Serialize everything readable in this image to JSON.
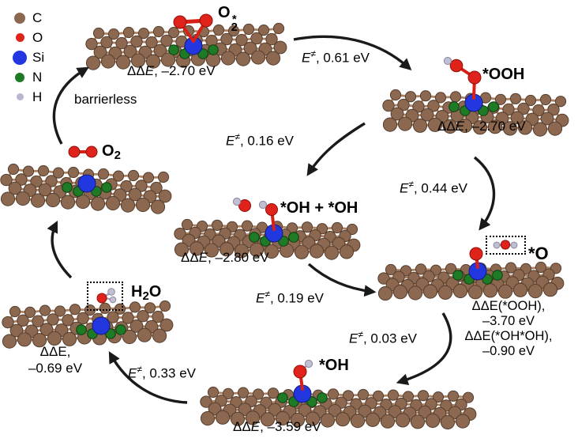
{
  "legend": {
    "items": [
      {
        "symbol": "C",
        "color": "#8d6850"
      },
      {
        "symbol": "O",
        "color": "#e0231a"
      },
      {
        "symbol": "Si",
        "color": "#2337e0"
      },
      {
        "symbol": "N",
        "color": "#1e7a24"
      },
      {
        "symbol": "H",
        "color": "#b9b5cf"
      }
    ]
  },
  "colors": {
    "carbon": "#8d6850",
    "carbon_edge": "#553e2e",
    "bond": "#ab8263",
    "oxygen": "#e0231a",
    "oxygen_edge": "#8f100b",
    "silicon": "#2337e0",
    "silicon_edge": "#121b7e",
    "nitrogen": "#1e7a24",
    "nitrogen_edge": "#0c3d10",
    "hydrogen": "#c2bed4",
    "hydrogen_edge": "#8b87a0",
    "arrow": "#1a1a1a",
    "background": "#ffffff",
    "text": "#000000"
  },
  "structures": {
    "o2_star": {
      "base": "O",
      "sub": "2",
      "sup": "*",
      "energy": {
        "dd": "ΔΔ",
        "e": "E",
        "rest": ", –2.70 eV"
      }
    },
    "ooh": {
      "label": "*OOH",
      "energy": {
        "dd": "ΔΔ",
        "e": "E",
        "rest": ", –2.70 eV"
      }
    },
    "o2": {
      "base": "O",
      "sub": "2"
    },
    "ohoh": {
      "label": "*OH + *OH",
      "energy": {
        "dd": "ΔΔ",
        "e": "E",
        "rest": ", –2.80 eV"
      }
    },
    "o": {
      "label": "*O",
      "energy_lines": [
        {
          "dd": "ΔΔ",
          "e": "E",
          "rest": "(*OOH),"
        },
        {
          "text": "–3.70 eV"
        },
        {
          "dd": "ΔΔ",
          "e": "E",
          "rest": "(*OH*OH),"
        },
        {
          "text": "–0.90 eV"
        }
      ]
    },
    "h2o": {
      "h": "H",
      "sub": "2",
      "o": "O",
      "energy_lines": [
        {
          "dd": "ΔΔ",
          "e": "E",
          "rest": ","
        },
        {
          "text": "–0.69 eV"
        }
      ]
    },
    "oh": {
      "label": "*OH",
      "energy": {
        "dd": "ΔΔ",
        "e": "E",
        "rest": ", –3.59 eV"
      }
    }
  },
  "arrows": {
    "barrierless": {
      "label": "barrierless"
    },
    "e61": {
      "e": "E",
      "sup": "≠",
      "rest": ", 0.61 eV"
    },
    "e16": {
      "e": "E",
      "sup": "≠",
      "rest": ", 0.16 eV"
    },
    "e44": {
      "e": "E",
      "sup": "≠",
      "rest": ", 0.44 eV"
    },
    "e19": {
      "e": "E",
      "sup": "≠",
      "rest": ", 0.19 eV"
    },
    "e03": {
      "e": "E",
      "sup": "≠",
      "rest": ", 0.03 eV"
    },
    "e33": {
      "e": "E",
      "sup": "≠",
      "rest": ", 0.33 eV"
    }
  }
}
